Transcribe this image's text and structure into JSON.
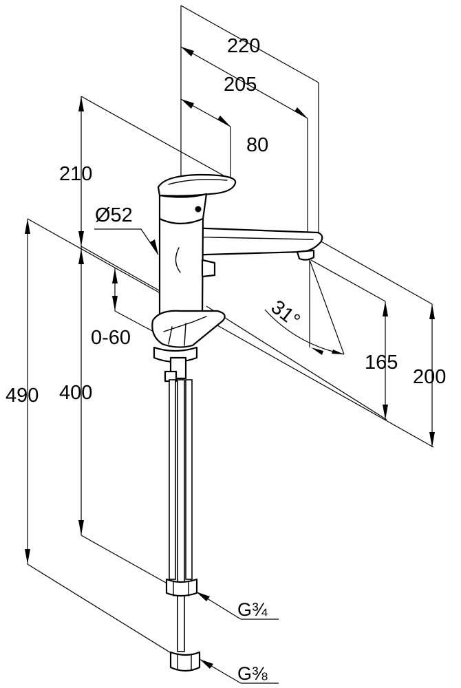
{
  "dimensions": {
    "width_220": "220",
    "width_205": "205",
    "width_80": "80",
    "height_210": "210",
    "diameter_52": "Ø52",
    "range_0_60": "0-60",
    "angle_31": "31°",
    "height_165": "165",
    "height_200": "200",
    "height_490": "490",
    "height_400": "400"
  },
  "threads": {
    "upper": "G¾",
    "lower": "G⅜"
  }
}
